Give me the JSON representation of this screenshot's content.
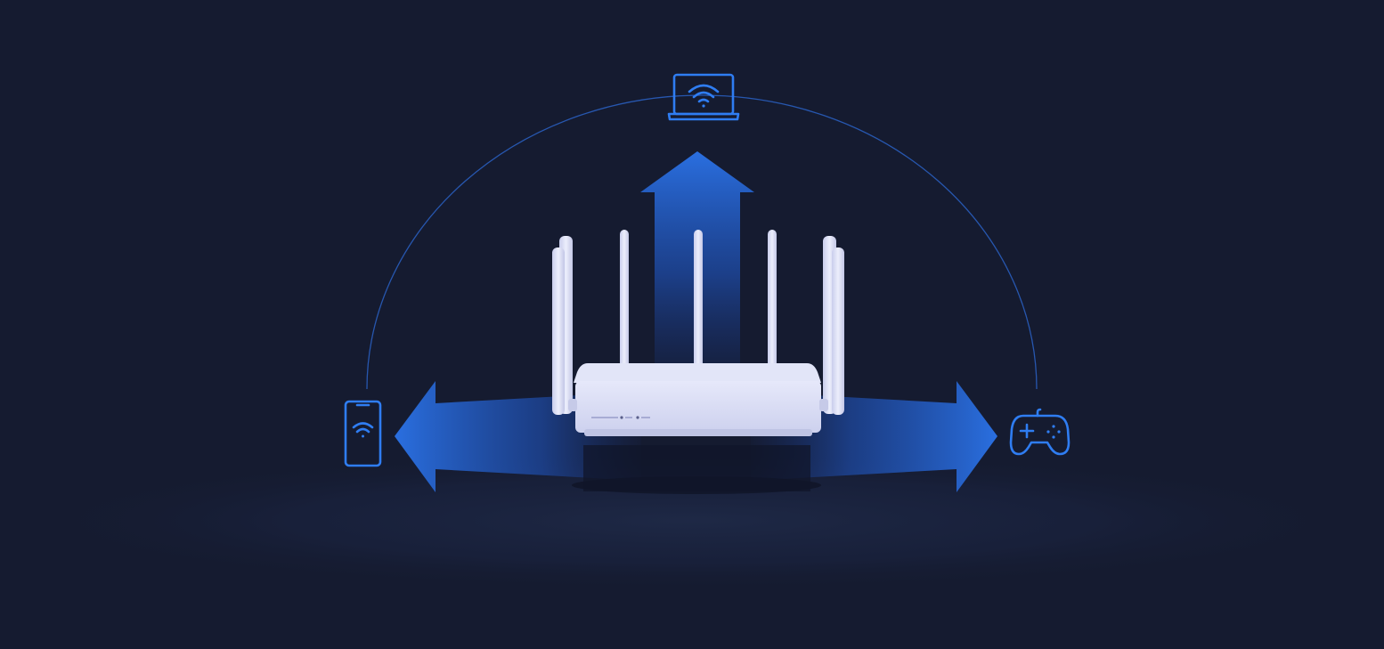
{
  "theme": {
    "background": "#151b30",
    "accent": "#2a6fe0",
    "accent_light": "#2f7df2",
    "router_body": "#d9dcf4"
  },
  "devices": [
    {
      "name": "laptop",
      "icon": "laptop-wifi-icon"
    },
    {
      "name": "smartphone",
      "icon": "smartphone-wifi-icon"
    },
    {
      "name": "game-controller",
      "icon": "gamepad-icon"
    }
  ],
  "router": {
    "antenna_count": 7,
    "signal_directions": [
      "up",
      "left",
      "right"
    ]
  }
}
